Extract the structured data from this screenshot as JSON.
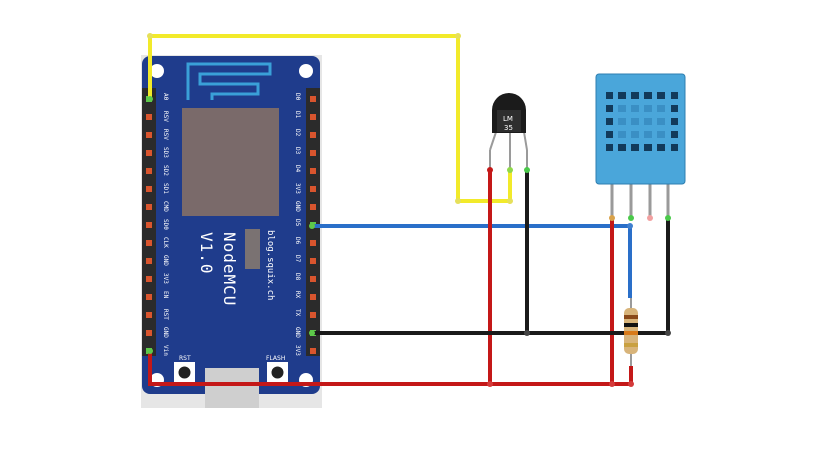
{
  "board": {
    "name": "NodeMCU",
    "version": "V1.0",
    "url": "blog.squix.ch",
    "left_pins": [
      "A0",
      "RSV",
      "RSV",
      "SD3",
      "SD2",
      "SD1",
      "CMD",
      "SD0",
      "CLK",
      "GND",
      "3V3",
      "EN",
      "RST",
      "GND",
      "Vin"
    ],
    "right_pins": [
      "D0",
      "D1",
      "D2",
      "D3",
      "D4",
      "3V3",
      "GND",
      "D5",
      "D6",
      "D7",
      "D8",
      "RX",
      "TX",
      "GND",
      "3V3"
    ],
    "rst_label": "RST",
    "flash_label": "FLASH"
  },
  "lm35": {
    "line1": "LM",
    "line2": "35"
  },
  "wire_colors": {
    "yellow": "#f2ea2a",
    "blue": "#2a6fc9",
    "red": "#c41818",
    "black": "#1a1a1a",
    "board": "#1f3c8c",
    "sensor": "#4aa6da"
  }
}
